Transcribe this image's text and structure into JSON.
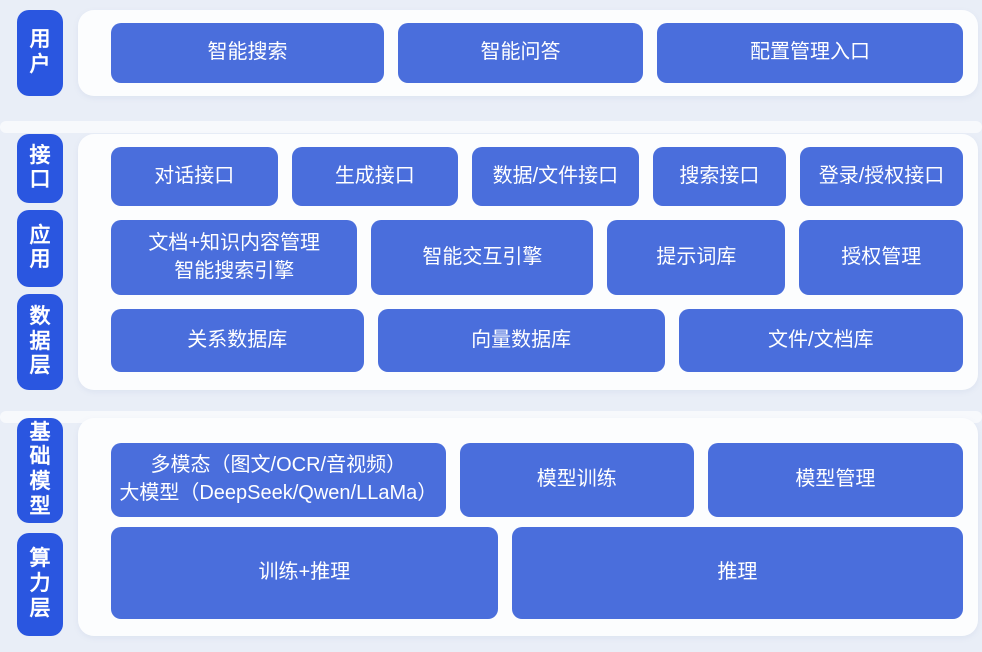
{
  "palette": {
    "page_bg": "#e9eef7",
    "card_bg": "#fcfdfe",
    "rail_blue": "#2a56e0",
    "button_blue": "#4a6edc",
    "text_white": "#ffffff"
  },
  "sections": [
    {
      "rails": [
        "用户"
      ],
      "rows": [
        [
          "智能搜索",
          "智能问答",
          "配置管理入口"
        ]
      ]
    },
    {
      "rails": [
        "接口",
        "应用",
        "数据层"
      ],
      "rows": [
        [
          "对话接口",
          "生成接口",
          "数据/文件接口",
          "搜索接口",
          "登录/授权接口"
        ],
        [
          "文档+知识内容管理\n智能搜索引擎",
          "智能交互引擎",
          "提示词库",
          "授权管理"
        ],
        [
          "关系数据库",
          "向量数据库",
          "文件/文档库"
        ]
      ]
    },
    {
      "rails": [
        "基础模型",
        "算力层"
      ],
      "rows": [
        [
          "多模态（图文/OCR/音视频）\n大模型（DeepSeek/Qwen/LLaMa）",
          "模型训练",
          "模型管理"
        ],
        [
          "训练+推理",
          "推理"
        ]
      ]
    }
  ]
}
